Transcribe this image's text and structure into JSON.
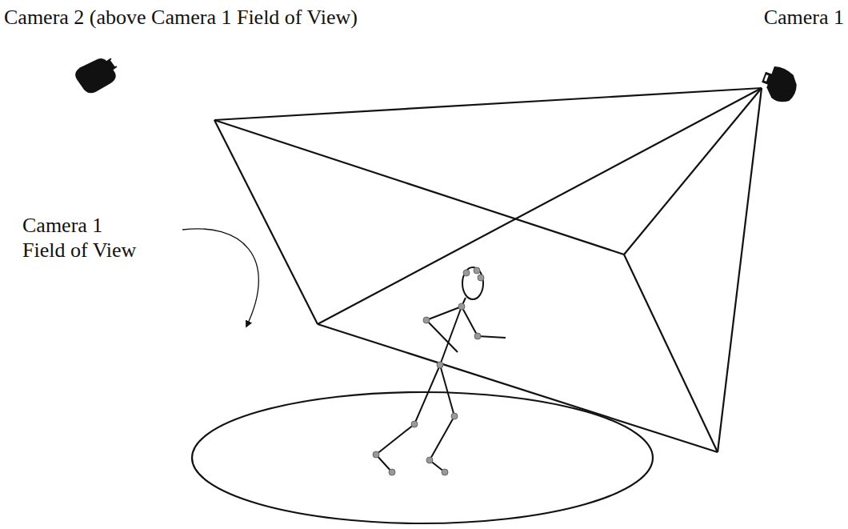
{
  "diagram": {
    "labels": [
      "Camera 2 (above Camera 1 Field of View)",
      "Camera 1",
      "Camera 1 Field of View"
    ]
  }
}
